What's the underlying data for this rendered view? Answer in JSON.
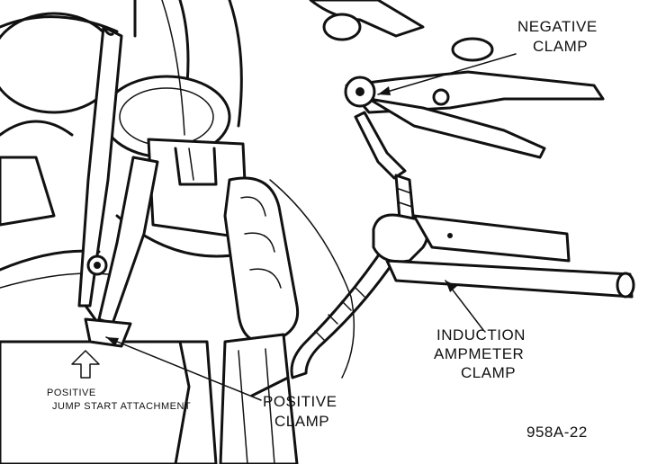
{
  "labels": {
    "negative_clamp_line1": "NEGATIVE",
    "negative_clamp_line2": "CLAMP",
    "induction_line1": "INDUCTION",
    "induction_line2": "AMPMETER",
    "induction_line3": "CLAMP",
    "positive_line1": "POSITIVE",
    "positive_line2": "CLAMP",
    "figure_id": "958A-22"
  },
  "device_text": {
    "brand": "POSITIVE",
    "subtitle": "JUMP START ATTACHMENT"
  },
  "colors": {
    "ink": "#111111",
    "paper": "#ffffff"
  }
}
